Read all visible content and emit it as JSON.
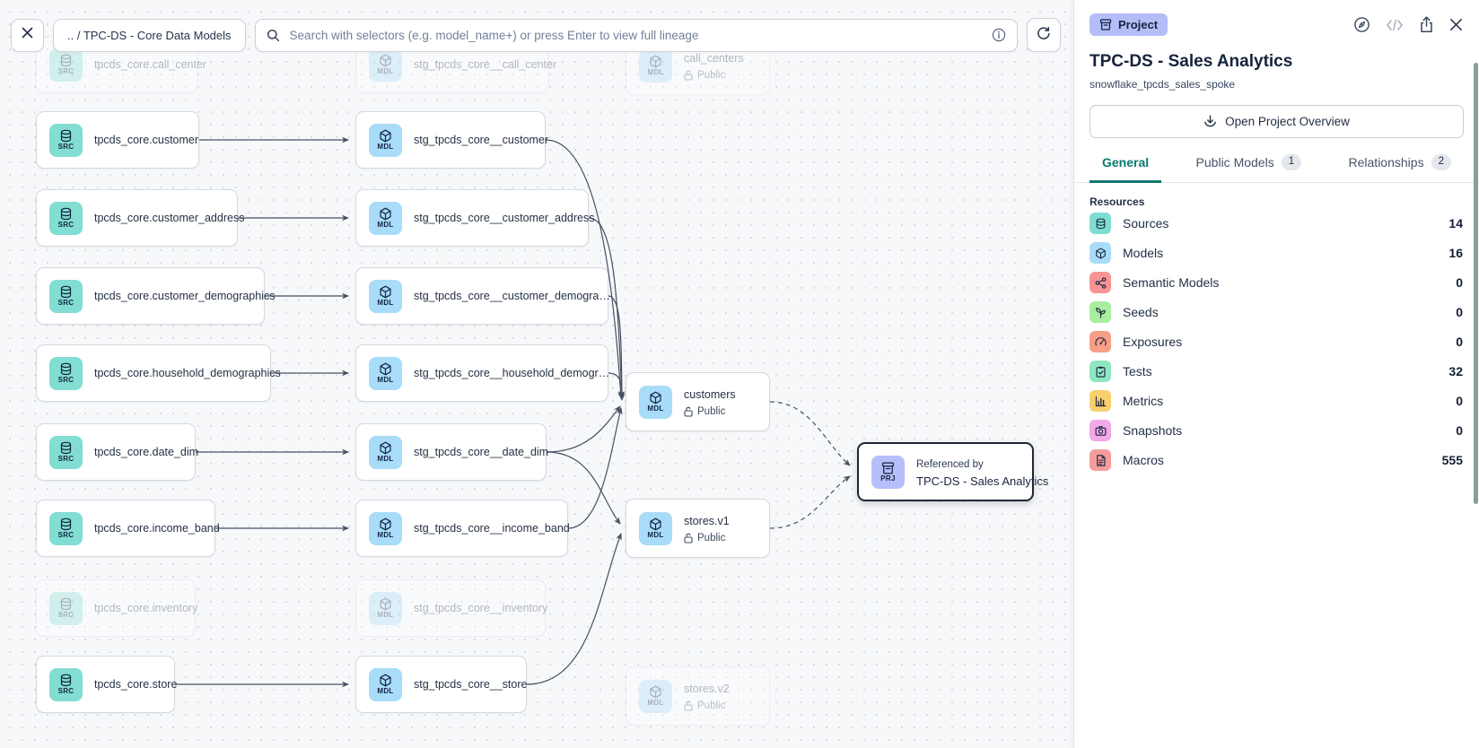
{
  "toolbar": {
    "breadcrumb": ".. / TPC-DS - Core Data Models",
    "search_placeholder": "Search with selectors (e.g. model_name+) or press Enter to view full lineage"
  },
  "panel": {
    "badge": "Project",
    "title": "TPC-DS - Sales Analytics",
    "subtitle": "snowflake_tpcds_sales_spoke",
    "overview_button": "Open Project Overview",
    "tabs": [
      {
        "label": "General"
      },
      {
        "label": "Public Models",
        "count": "1"
      },
      {
        "label": "Relationships",
        "count": "2"
      }
    ],
    "resources": {
      "heading": "Resources",
      "items": [
        {
          "label": "Sources",
          "count": "14",
          "icon": "database",
          "icon_bg": "#7eddd2"
        },
        {
          "label": "Models",
          "count": "16",
          "icon": "cube",
          "icon_bg": "#a8dcf8"
        },
        {
          "label": "Semantic Models",
          "count": "0",
          "icon": "share-nodes",
          "icon_bg": "#f79595"
        },
        {
          "label": "Seeds",
          "count": "0",
          "icon": "seedling",
          "icon_bg": "#a8eda0"
        },
        {
          "label": "Exposures",
          "count": "0",
          "icon": "gauge",
          "icon_bg": "#f79f85"
        },
        {
          "label": "Tests",
          "count": "32",
          "icon": "clipboard-check",
          "icon_bg": "#8fe7c1"
        },
        {
          "label": "Metrics",
          "count": "0",
          "icon": "bar-chart",
          "icon_bg": "#f7d06d"
        },
        {
          "label": "Snapshots",
          "count": "0",
          "icon": "camera",
          "icon_bg": "#f3a8e8"
        },
        {
          "label": "Macros",
          "count": "555",
          "icon": "document",
          "icon_bg": "#f59d9d"
        }
      ]
    }
  },
  "graph": {
    "kind_labels": {
      "src": "SRC",
      "mdl": "MDL",
      "prj": "PRJ"
    },
    "public_badge": "Public",
    "nodes": [
      {
        "kind": "src",
        "label": "tpcds_core.call_center",
        "faded": true
      },
      {
        "kind": "src",
        "label": "tpcds_core.customer"
      },
      {
        "kind": "src",
        "label": "tpcds_core.customer_address"
      },
      {
        "kind": "src",
        "label": "tpcds_core.customer_demographics"
      },
      {
        "kind": "src",
        "label": "tpcds_core.household_demographics"
      },
      {
        "kind": "src",
        "label": "tpcds_core.date_dim"
      },
      {
        "kind": "src",
        "label": "tpcds_core.income_band"
      },
      {
        "kind": "src",
        "label": "tpcds_core.inventory",
        "faded": true
      },
      {
        "kind": "src",
        "label": "tpcds_core.store"
      },
      {
        "kind": "mdl",
        "label": "stg_tpcds_core__call_center",
        "faded": true
      },
      {
        "kind": "mdl",
        "label": "stg_tpcds_core__customer"
      },
      {
        "kind": "mdl",
        "label": "stg_tpcds_core__customer_address"
      },
      {
        "kind": "mdl",
        "label": "stg_tpcds_core__customer_demogra…"
      },
      {
        "kind": "mdl",
        "label": "stg_tpcds_core__household_demogr…"
      },
      {
        "kind": "mdl",
        "label": "stg_tpcds_core__date_dim"
      },
      {
        "kind": "mdl",
        "label": "stg_tpcds_core__income_band"
      },
      {
        "kind": "mdl",
        "label": "stg_tpcds_core__inventory",
        "faded": true
      },
      {
        "kind": "mdl",
        "label": "stg_tpcds_core__store"
      },
      {
        "kind": "mdl",
        "label": "call_centers",
        "public": true,
        "faded": true
      },
      {
        "kind": "mdl",
        "label": "customers",
        "public": true
      },
      {
        "kind": "mdl",
        "label": "stores.v1",
        "public": true
      },
      {
        "kind": "mdl",
        "label": "stores.v2",
        "public": true,
        "faded": true
      }
    ],
    "project_node": {
      "kicker": "Referenced by",
      "label": "TPC-DS - Sales Analytics"
    }
  },
  "colors": {
    "accent_teal": "#0a7a6f",
    "src_chip": "#82ddd3",
    "mdl_chip": "#a8dcf8",
    "prj_chip": "#b6bff9",
    "project_badge": "#b4bdf8",
    "edge": "#455062",
    "canvas_bg": "#f7f8fa"
  }
}
